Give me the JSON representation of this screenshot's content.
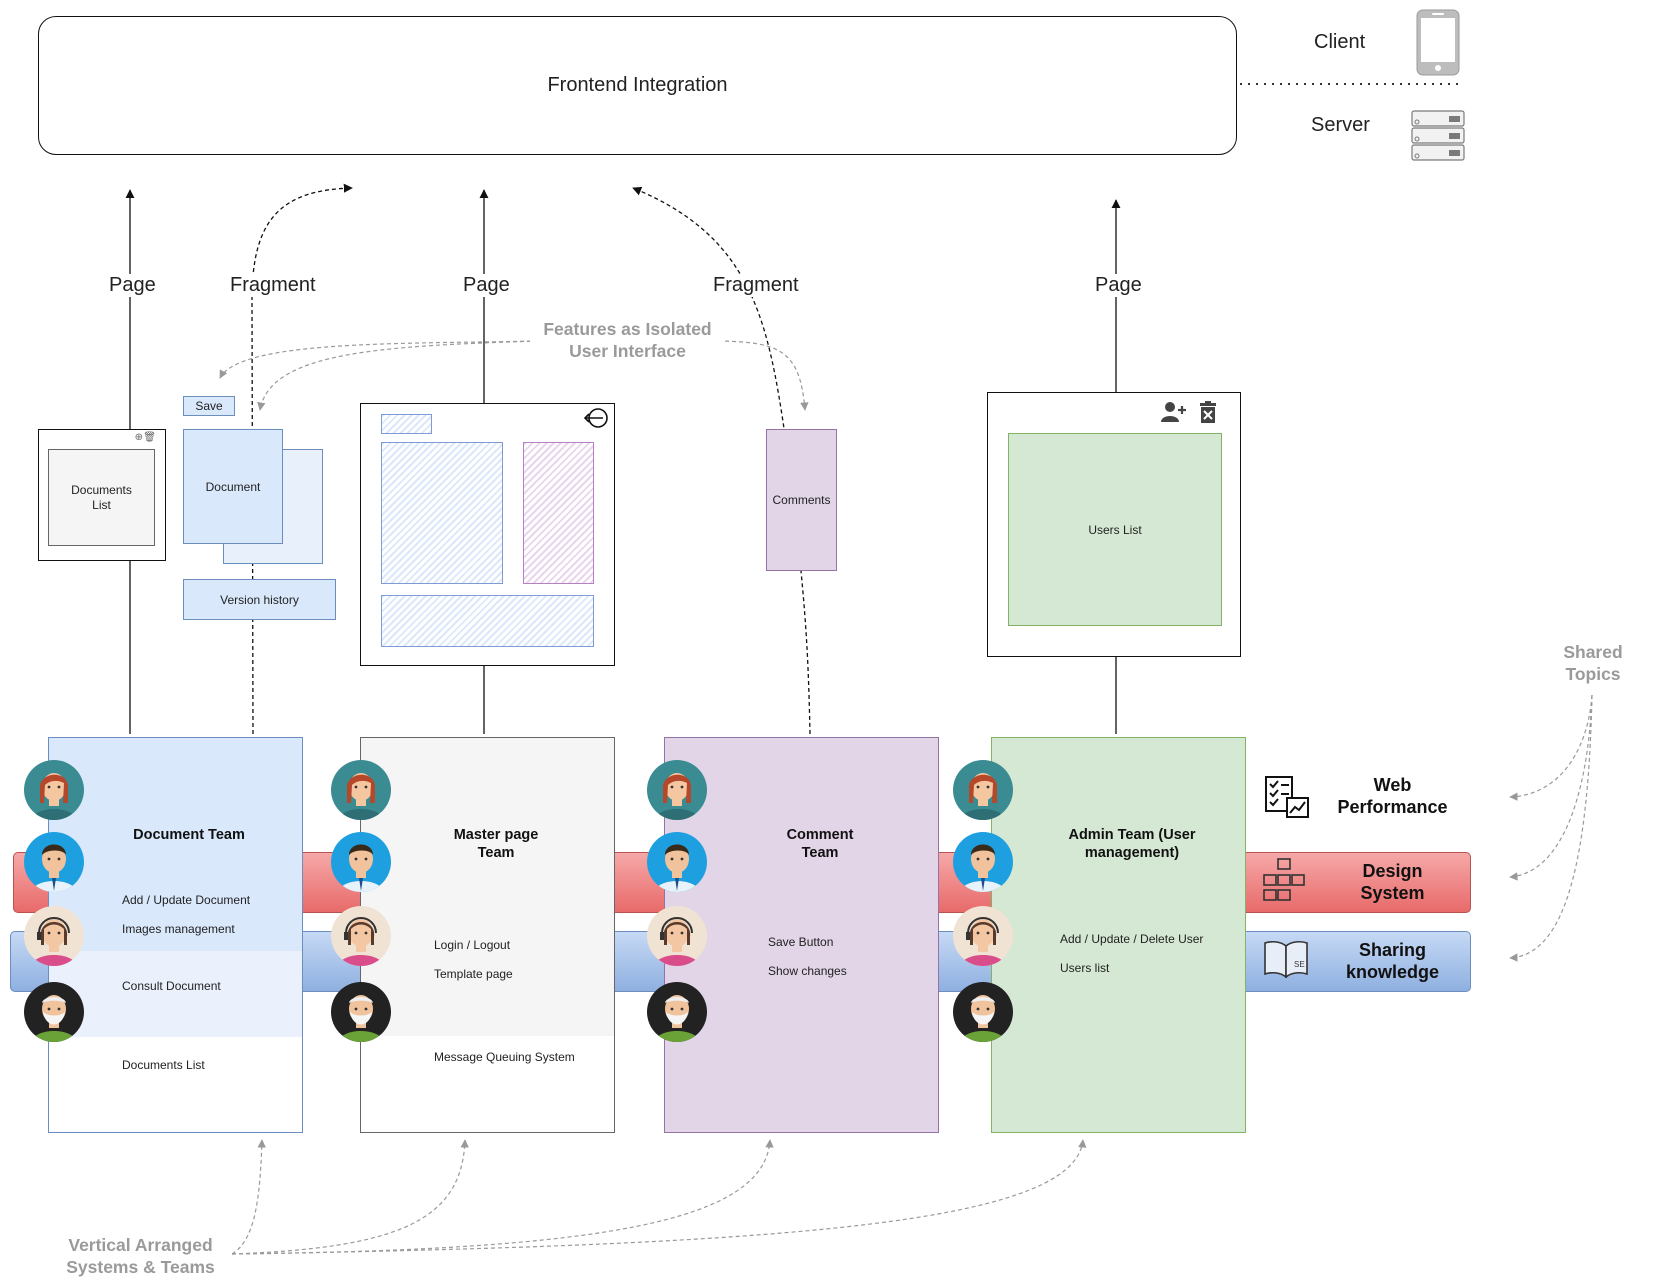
{
  "top": {
    "integration_label": "Frontend Integration",
    "client_label": "Client",
    "server_label": "Server"
  },
  "arrows": {
    "page_1": "Page",
    "fragment_1": "Fragment",
    "page_2": "Page",
    "fragment_2": "Fragment",
    "page_3": "Page"
  },
  "annotations": {
    "features": "Features as Isolated User Interface",
    "shared_topics": "Shared Topics",
    "vertical": "Vertical Arranged Systems & Teams"
  },
  "widgets": {
    "documents_list": "Documents List",
    "save": "Save",
    "document": "Document",
    "version_history": "Version history",
    "comments": "Comments",
    "users_list": "Users List"
  },
  "teams": [
    {
      "title": "Document Team",
      "items": [
        "Add / Update Document",
        "Images management",
        "Consult Document",
        "Documents List"
      ],
      "color": "#dae8fc"
    },
    {
      "title": "Master page Team",
      "items": [
        "Login / Logout",
        "Template page",
        "Message Queuing System"
      ],
      "color": "#f5f5f5"
    },
    {
      "title": "Comment Team",
      "items": [
        "Save Button",
        "Show changes"
      ],
      "color": "#e1d5e7"
    },
    {
      "title": "Admin Team (User management)",
      "items": [
        "Add / Update / Delete User",
        "Users list"
      ],
      "color": "#d5e8d4"
    }
  ],
  "topics": {
    "web_performance": "Web Performance",
    "design_system": "Design System",
    "sharing_knowledge": "Sharing knowledge"
  },
  "colors": {
    "design_band": "#f08080",
    "sharing_band": "#a9c4eb",
    "annotation_gray": "#9a9a9a"
  }
}
